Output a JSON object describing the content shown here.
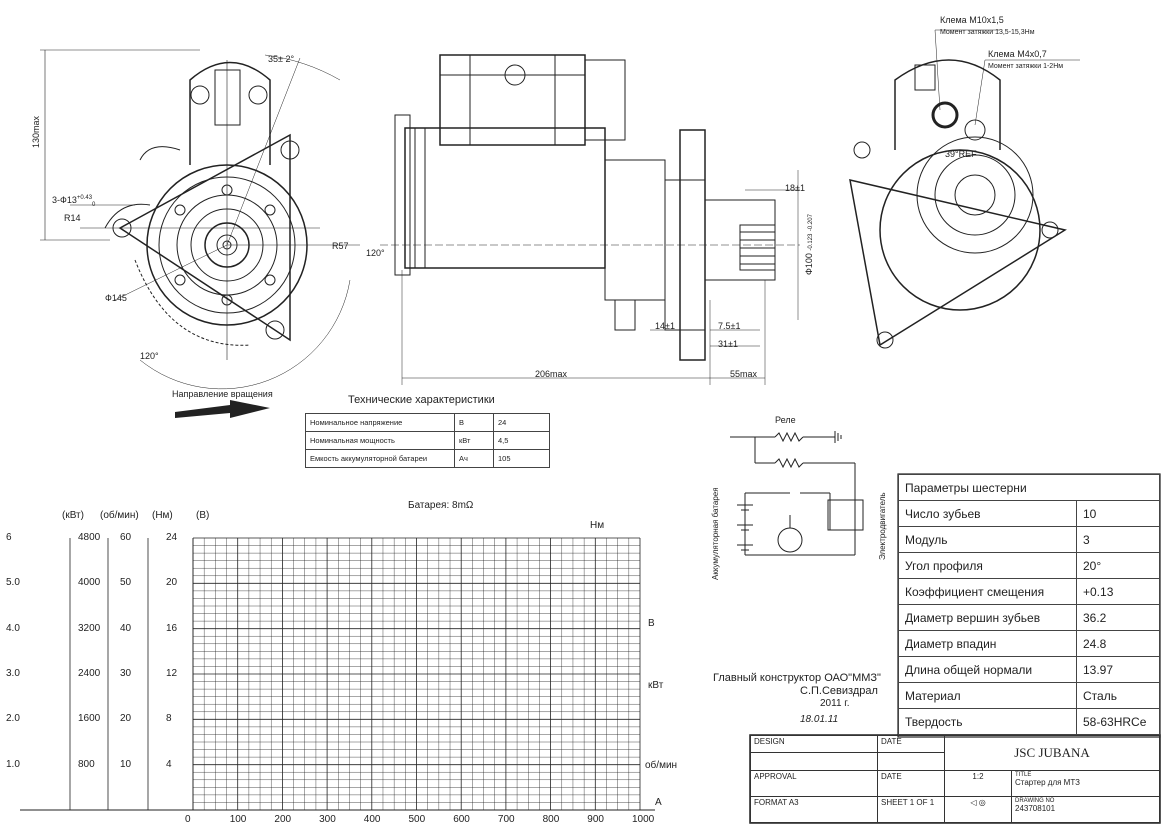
{
  "dims": {
    "angle_top": "35± 2°",
    "height_max": "130max",
    "holes": "3-Ф13",
    "holes_tol": "+0.43",
    "holes_tol_base": "0",
    "r14": "R14",
    "r57": "R57",
    "angle_120a": "120°",
    "angle_120b": "120°",
    "dia145": "Ф145",
    "len206": "206max",
    "len55": "55max",
    "d18": "18±1",
    "d14": "14±1",
    "d75": "7.5±1",
    "d31": "31±1",
    "dia100": "Ф100",
    "dia100_tol_up": "-0.123",
    "dia100_tol_low": "-0.207",
    "angle39": "39°REF",
    "clamp1": "Клема M10x1,5",
    "clamp1_torque": "Момент затяжки 13,5-15,3Нм",
    "clamp2": "Клема M4x0,7",
    "clamp2_torque": "Момент затяжки 1-2Нм"
  },
  "rotation_label": "Направление вращения",
  "specs": {
    "title": "Технические характеристики",
    "rows": [
      {
        "name": "Номинальное напряжение",
        "unit": "В",
        "value": "24"
      },
      {
        "name": "Номинальная мощность",
        "unit": "кВт",
        "value": "4,5"
      },
      {
        "name": "Емкость аккумуляторной батареи",
        "unit": "Ач",
        "value": "105"
      }
    ]
  },
  "circuit": {
    "relay": "Реле",
    "battery": "Аккумуляторная батарея",
    "motor": "Электродвигатель"
  },
  "gear": {
    "title": "Параметры шестерни",
    "rows": [
      {
        "name": "Число зубьев",
        "value": "10"
      },
      {
        "name": "Модуль",
        "value": "3"
      },
      {
        "name": "Угол профиля",
        "value": "20°"
      },
      {
        "name": "Коэффициент смещения",
        "value": "+0.13"
      },
      {
        "name": "Диаметр вершин зубьев",
        "value": "36.2"
      },
      {
        "name": "Диаметр впадин",
        "value": "24.8"
      },
      {
        "name": "Длина общей нормали",
        "value": "13.97"
      },
      {
        "name": "Материал",
        "value": "Сталь"
      },
      {
        "name": "Твердость",
        "value": "58-63HRCe"
      }
    ]
  },
  "approval": {
    "line1": "Главный конструктор ОАО\"ММЗ\"",
    "line2": "С.П.Севиздрал",
    "line3": "2011 г.",
    "date": "18.01.11"
  },
  "graph": {
    "battery": "Батарея: 8mΩ",
    "unit_kw": "(кВт)",
    "unit_rpm": "(об/мин)",
    "unit_nm": "(Нм)",
    "unit_v": "(В)",
    "kw_ticks": [
      "6",
      "5.0",
      "4.0",
      "3.0",
      "2.0",
      "1.0"
    ],
    "rpm_ticks": [
      "4800",
      "4000",
      "3200",
      "2400",
      "1600",
      "800"
    ],
    "nm_ticks": [
      "60",
      "50",
      "40",
      "30",
      "20",
      "10"
    ],
    "v_ticks": [
      "24",
      "20",
      "16",
      "12",
      "8",
      "4"
    ],
    "x_ticks": [
      "0",
      "100",
      "200",
      "300",
      "400",
      "500",
      "600",
      "700",
      "800",
      "900",
      "1000"
    ],
    "label_nm": "Нм",
    "label_v": "В",
    "label_kw": "кВт",
    "label_rpm": "об/мин",
    "label_a": "A"
  },
  "title_block": {
    "design": "DESIGN",
    "date": "DATE",
    "approval": "APPROVAL",
    "date2": "DATE",
    "company": "JSC JUBANA",
    "title_label": "TITLE",
    "title": "Стартер для МТЗ",
    "scale_a": "1",
    "scale_b": "2",
    "format": "FORMAT A3",
    "sheet": "SHEET 1 OF 1",
    "drawing_label": "DRAWING NO",
    "drawing_no": "243708101"
  }
}
